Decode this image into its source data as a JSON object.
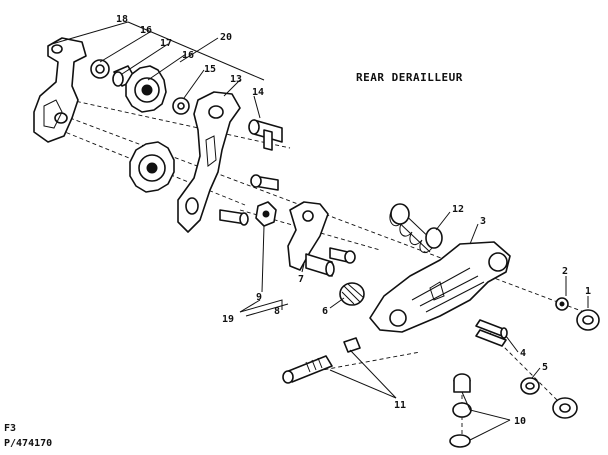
{
  "title": "REAR DERAILLEUR",
  "figure_code": "F3",
  "part_number": "P/474170",
  "callouts": [
    "1",
    "2",
    "3",
    "4",
    "5",
    "6",
    "7",
    "8",
    "9",
    "10",
    "11",
    "12",
    "13",
    "14",
    "15",
    "16",
    "17",
    "18",
    "19",
    "20"
  ]
}
